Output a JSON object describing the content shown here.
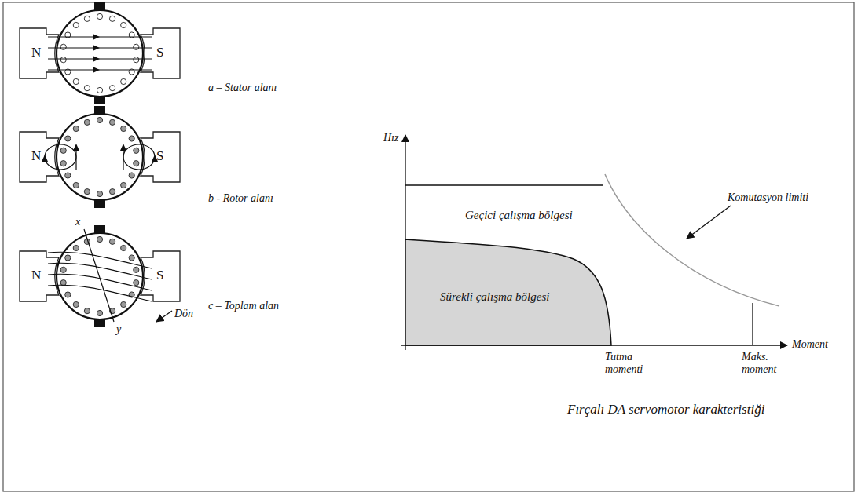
{
  "diagram": {
    "caption": "Fırçalı DA servomotor karakteristiği",
    "nodes": [
      {
        "text": [
          "Geçici çalışma bölgesi"
        ]
      },
      {
        "text": [
          "Sürekli çalışma bölgesi"
        ],
        "in": 0
      }
    ],
    "labels": [
      "N",
      "S",
      "a – Stator alanı",
      "N",
      "S",
      "b - Rotor alanı",
      "x",
      "N",
      "S",
      "y",
      "Dön",
      "c – Toplam alan",
      "Hız",
      "Moment",
      "Komutasyon limiti",
      "Tutma momenti",
      "Maks. moment"
    ]
  }
}
